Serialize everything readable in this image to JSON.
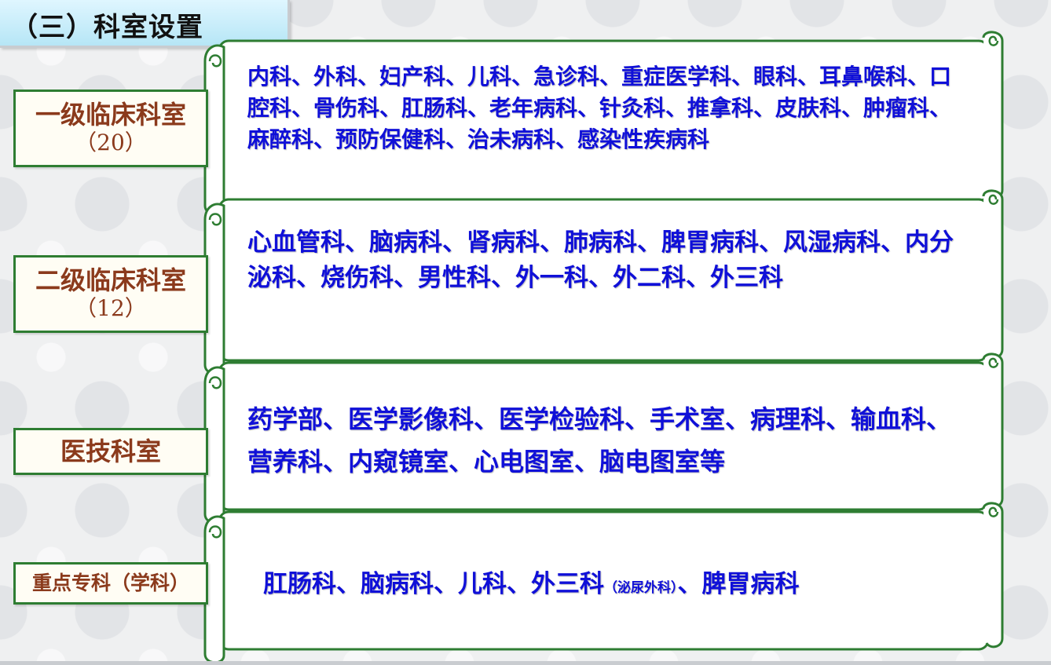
{
  "title": "（三）科室设置",
  "sections": [
    {
      "label": "一级临床科室",
      "count": "（20）",
      "text": "内科、外科、妇产科、儿科、急诊科、重症医学科、眼科、耳鼻喉科、口腔科、骨伤科、肛肠科、老年病科、针灸科、推拿科、皮肤科、肿瘤科、麻醉科、预防保健科、治未病科、感染性疾病科"
    },
    {
      "label": "二级临床科室",
      "count": "（12）",
      "text": "心血管科、脑病科、肾病科、肺病科、脾胃病科、风湿病科、内分泌科、烧伤科、男性科、外一科、外二科、外三科"
    },
    {
      "label": "医技科室",
      "text": "药学部、医学影像科、医学检验科、手术室、病理科、输血科、营养科、内窥镜室、心电图室、脑电图室等"
    },
    {
      "label": "重点专科（学科）",
      "text_a": "肛肠科、脑病科、儿科、外三科",
      "text_note": "（泌尿外科）",
      "text_b": "、脾胃病科"
    }
  ],
  "colors": {
    "frame_green": "#2e7d32",
    "label_text": "#8b3a1c",
    "body_text": "#1010d8",
    "title_bg": "#c8eefa"
  }
}
